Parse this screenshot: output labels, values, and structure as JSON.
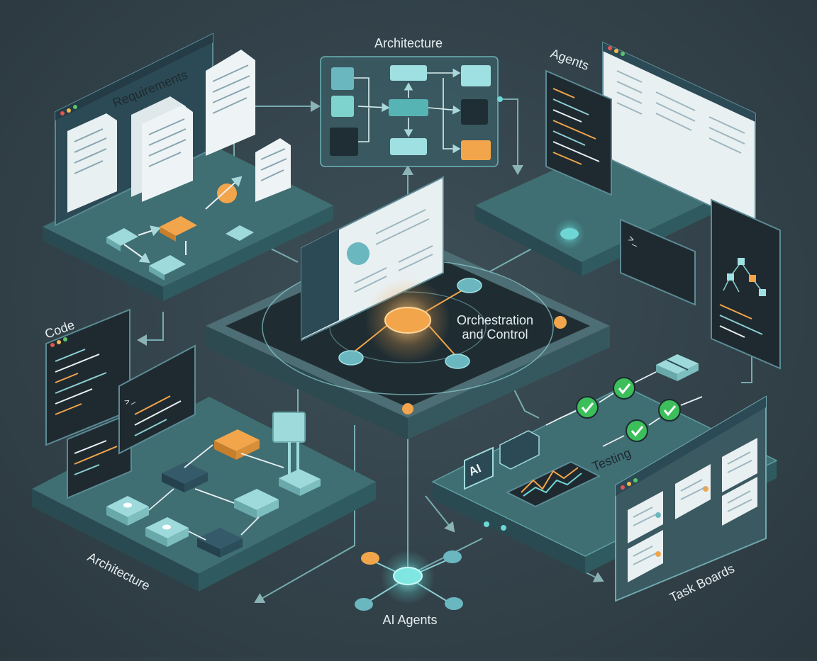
{
  "labels": {
    "requirements": "Requirements",
    "architecture_top": "Architecture",
    "agents": "Agents",
    "orchestration_line1": "Orchestration",
    "orchestration_line2": "and Control",
    "code": "Code",
    "architecture_bottom": "Architecture",
    "testing": "Testing",
    "task_boards": "Task Boards",
    "ai_agents": "AI Agents",
    "ai_chip": "AI"
  },
  "terminal_prompt": ">_",
  "colors": {
    "background": "#33424a",
    "platform_top": "#3f6e73",
    "platform_side": "#284a50",
    "accent_teal": "#6fd6d6",
    "accent_orange": "#f2a54a",
    "check_green": "#3cbf5a",
    "doc_white": "#e9f0f2",
    "code_bg": "#1f2a30"
  }
}
